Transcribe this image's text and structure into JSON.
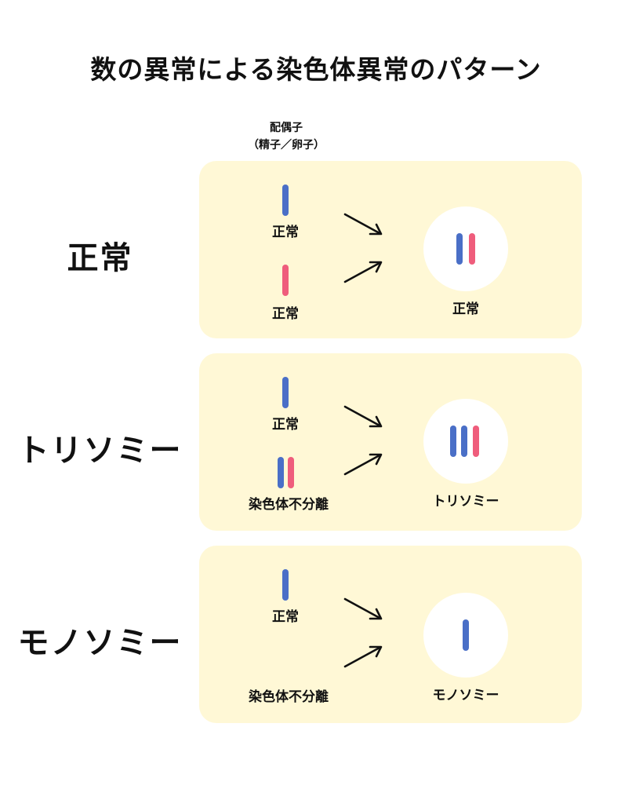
{
  "title": "数の異常による染色体異常のパターン",
  "gamete_header": {
    "line1": "配偶子",
    "line2": "（精子／卵子）"
  },
  "colors": {
    "panel": "#fff8d6",
    "blue_chromosome": "#4a6fc7",
    "pink_chromosome": "#ef5d7c",
    "circle": "#ffffff",
    "text": "#111111"
  },
  "rows": [
    {
      "label": "正常",
      "gamete_top": {
        "label": "正常",
        "chromosomes": [
          "blue"
        ]
      },
      "gamete_bottom": {
        "label": "正常",
        "chromosomes": [
          "pink"
        ]
      },
      "result": {
        "label": "正常",
        "chromosomes": [
          "blue",
          "pink"
        ]
      }
    },
    {
      "label": "トリソミー",
      "gamete_top": {
        "label": "正常",
        "chromosomes": [
          "blue"
        ]
      },
      "gamete_bottom": {
        "label": "染色体不分離",
        "chromosomes": [
          "blue",
          "pink"
        ]
      },
      "result": {
        "label": "トリソミー",
        "chromosomes": [
          "blue",
          "blue",
          "pink"
        ]
      }
    },
    {
      "label": "モノソミー",
      "gamete_top": {
        "label": "正常",
        "chromosomes": [
          "blue"
        ]
      },
      "gamete_bottom": {
        "label": "染色体不分離",
        "chromosomes": []
      },
      "result": {
        "label": "モノソミー",
        "chromosomes": [
          "blue"
        ]
      }
    }
  ]
}
